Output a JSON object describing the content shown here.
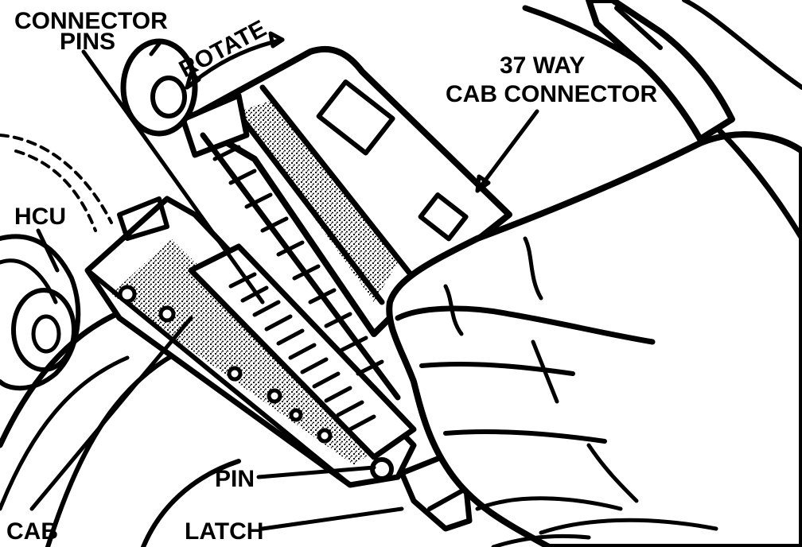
{
  "labels": {
    "connector_pins_1": "CONNECTOR",
    "connector_pins_2": "PINS",
    "rotate": "ROTATE",
    "cab_connector_1": "37 WAY",
    "cab_connector_2": "CAB CONNECTOR",
    "hcu": "HCU",
    "pin": "PIN",
    "cab": "CAB",
    "latch": "LATCH"
  },
  "colors": {
    "ink": "#000000",
    "paper": "#ffffff"
  }
}
